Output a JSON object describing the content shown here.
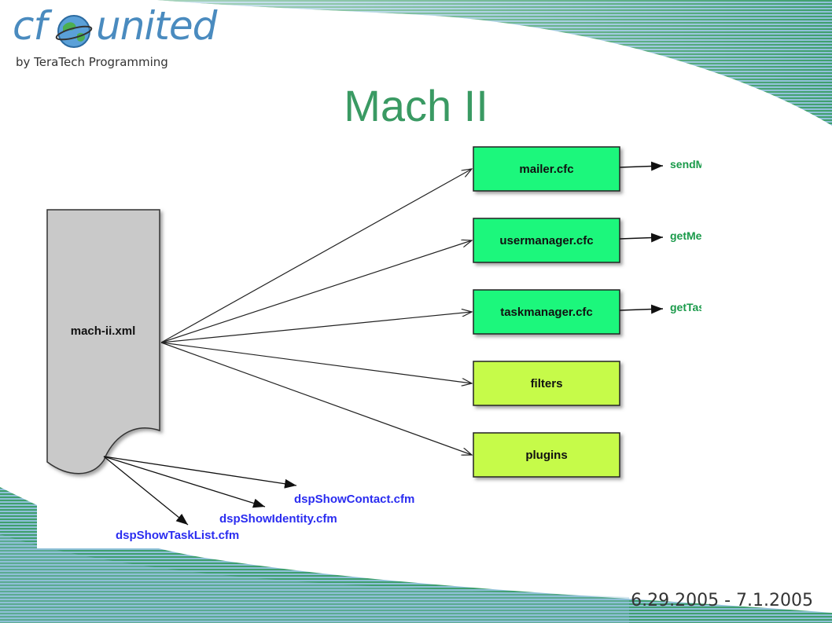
{
  "logo": {
    "brand_cf": "cf",
    "brand_united": "united",
    "tagline": "by TeraTech Programming"
  },
  "slide": {
    "title": "Mach II",
    "date": "6.29.2005 - 7.1.2005"
  },
  "diagram": {
    "source": "mach-ii.xml",
    "targets": [
      {
        "label": "mailer.cfc",
        "method": "sendMail()",
        "color": "#1df77c"
      },
      {
        "label": "usermanager.cfc",
        "method": "getMembers()",
        "color": "#1df77c"
      },
      {
        "label": "taskmanager.cfc",
        "method": "getTaskList()",
        "color": "#1df77c"
      },
      {
        "label": "filters",
        "method": "",
        "color": "#c6fb4a"
      },
      {
        "label": "plugins",
        "method": "",
        "color": "#c6fb4a"
      }
    ],
    "views": [
      "dspShowContact.cfm",
      "dspShowIdentity.cfm",
      "dspShowTaskList.cfm"
    ],
    "method_color": "#1a9a4a",
    "view_color": "#2a2cf0"
  }
}
